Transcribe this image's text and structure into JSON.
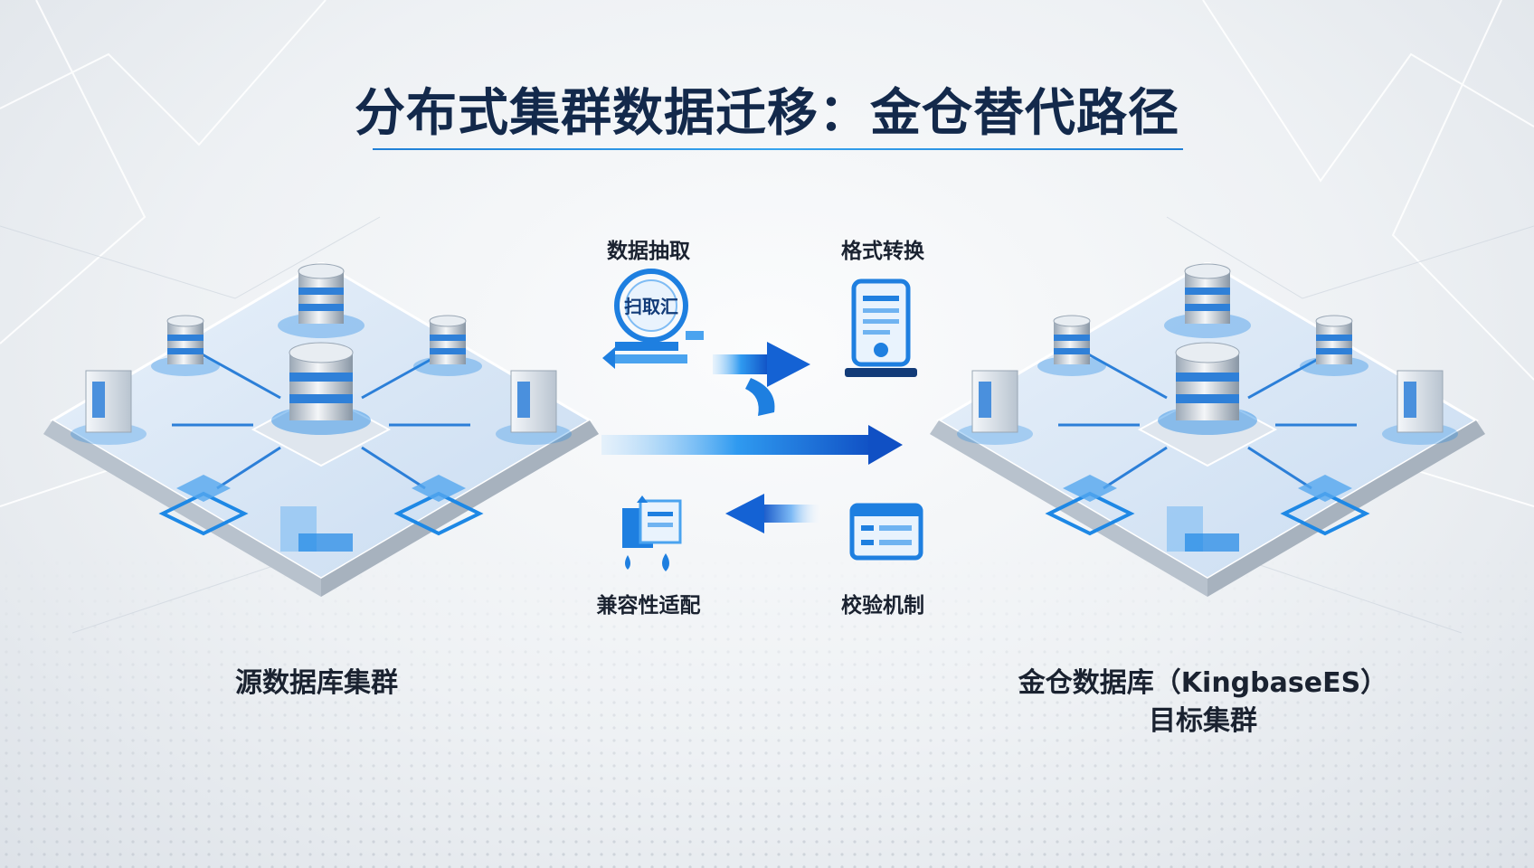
{
  "title": "分布式集群数据迁移：金仓替代路径",
  "source_cluster": {
    "label": "源数据库集群"
  },
  "target_cluster": {
    "label_line1": "金仓数据库（KingbaseES）",
    "label_line2": "目标集群"
  },
  "steps": {
    "extract": {
      "label": "数据抽取",
      "icon_text": "扫取汇"
    },
    "convert": {
      "label": "格式转换"
    },
    "compat": {
      "label": "兼容性适配"
    },
    "verify": {
      "label": "校验机制"
    }
  },
  "colors": {
    "title": "#13294b",
    "accent": "#1f7fd6",
    "arrow": "#1565d8",
    "text": "#1a2230"
  }
}
